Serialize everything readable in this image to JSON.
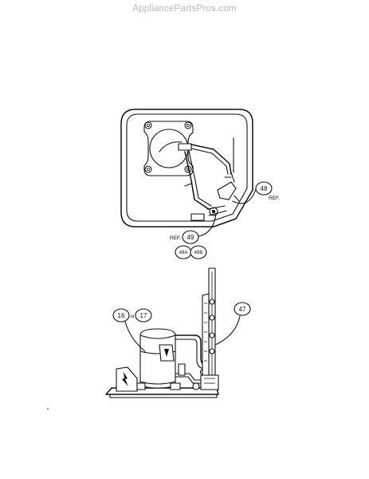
{
  "watermark": "AppliancePartsPros.com",
  "callouts": {
    "c48": "48",
    "c49": "49",
    "c49a": "49A",
    "c49b": "49B",
    "c16": "16",
    "c17": "17",
    "c47": "47"
  },
  "text": {
    "ref_48": "REF.",
    "ref_49": "REF.",
    "or": "or"
  }
}
